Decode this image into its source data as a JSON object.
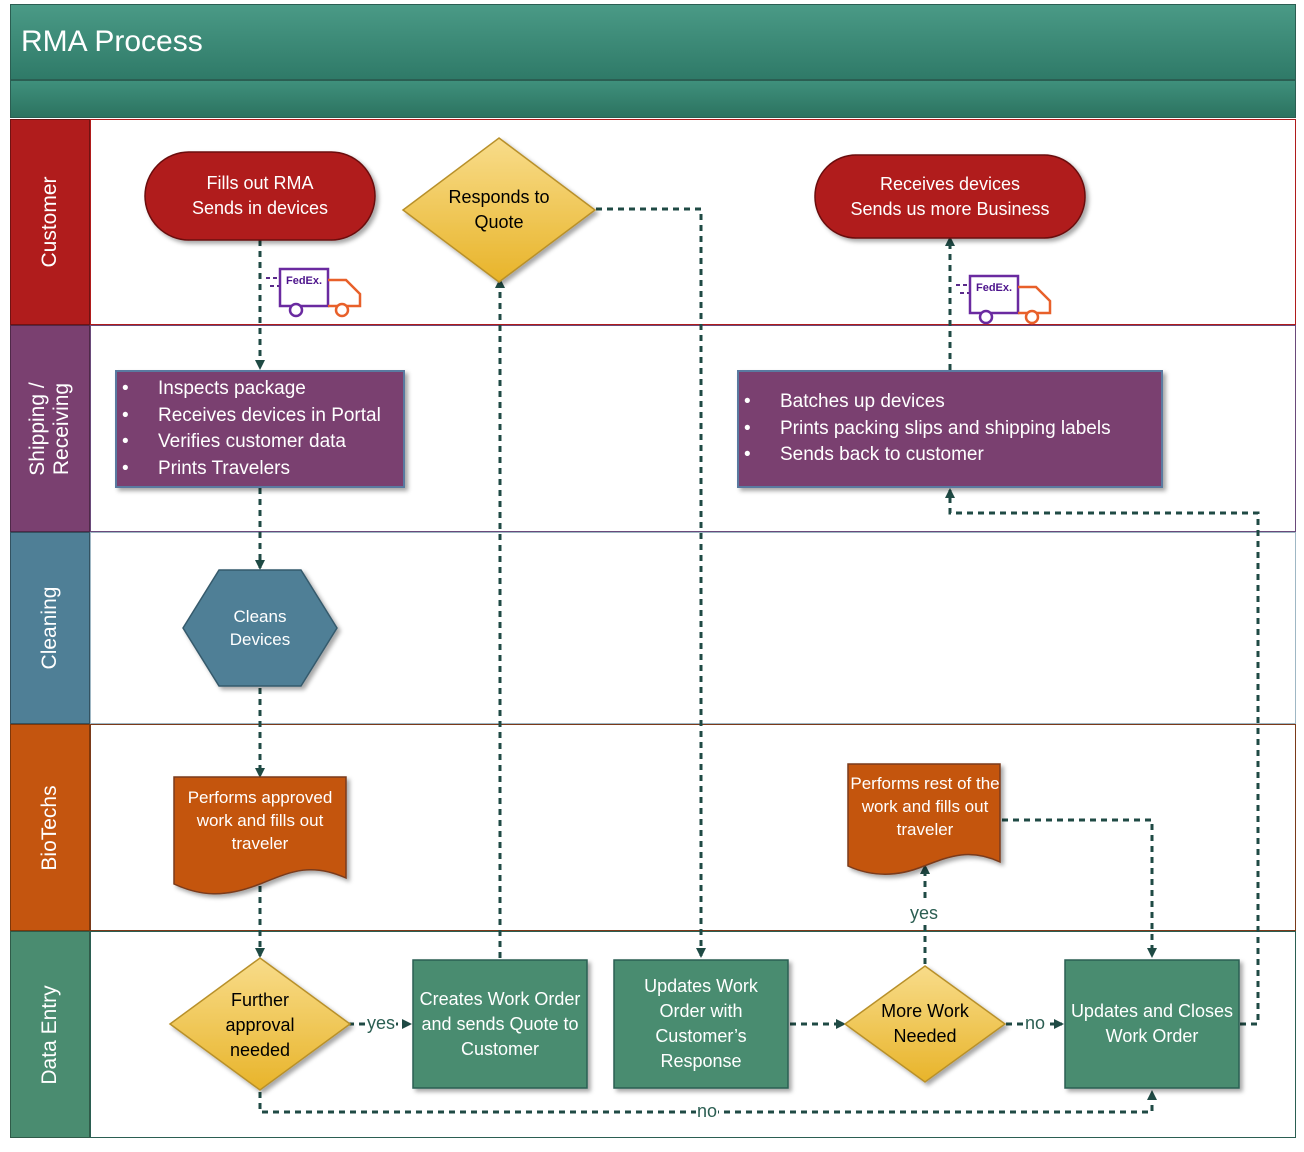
{
  "title": "RMA Process",
  "lanes": {
    "customer": "Customer",
    "shipping": "Shipping /\nReceiving",
    "cleaning": "Cleaning",
    "biotechs": "BioTechs",
    "data_entry": "Data Entry"
  },
  "nodes": {
    "fills_out": {
      "line1": "Fills out RMA",
      "line2": "Sends in devices"
    },
    "responds": {
      "line1": "Responds to",
      "line2": "Quote"
    },
    "receives": {
      "line1": "Receives devices",
      "line2": "Sends us more Business"
    },
    "inspect_list": [
      "Inspects package",
      "Receives devices in Portal",
      "Verifies customer data",
      "Prints Travelers"
    ],
    "batch_list": [
      "Batches up devices",
      "Prints packing slips and shipping labels",
      "Sends back to customer"
    ],
    "cleans": {
      "line1": "Cleans",
      "line2": "Devices"
    },
    "performs_approved": "Performs approved work and fills out traveler",
    "performs_rest": "Performs rest of the work and fills out traveler",
    "further_approval": "Further approval needed",
    "creates_wo": "Creates Work Order and sends Quote to Customer",
    "updates_wo": "Updates Work Order with Customer’s Response",
    "more_work": "More Work Needed",
    "updates_closes": "Updates and Closes Work Order"
  },
  "labels": {
    "yes1": "yes",
    "yes2": "yes",
    "no1": "no",
    "no2": "no"
  },
  "truck_logo": "FedEx.",
  "colors": {
    "header_teal": "#2f7a68",
    "customer_red": "#b01c1c",
    "shipping_purple": "#7a4070",
    "cleaning_blue": "#4f7f96",
    "biotech_orange": "#c4550f",
    "data_green": "#4a8c70",
    "decision_gold": "#f2c94c",
    "connector": "#1f4a44"
  }
}
